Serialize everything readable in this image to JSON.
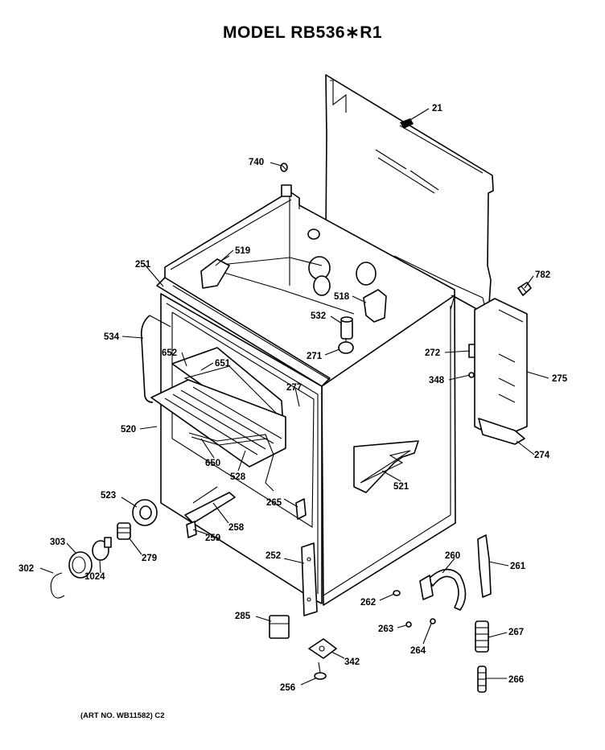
{
  "title": "MODEL RB536∗R1",
  "art_note": "(ART NO. WB11582) C2",
  "callouts": {
    "p21": "21",
    "p740": "740",
    "p782": "782",
    "p519": "519",
    "p251": "251",
    "p518": "518",
    "p532": "532",
    "p534": "534",
    "p271": "271",
    "p272": "272",
    "p652": "652",
    "p651": "651",
    "p348": "348",
    "p275": "275",
    "p277": "277",
    "p520": "520",
    "p274": "274",
    "p650": "650",
    "p528": "528",
    "p521": "521",
    "p523": "523",
    "p265": "265",
    "p258": "258",
    "p259": "259",
    "p303": "303",
    "p279": "279",
    "p302": "302",
    "p1024": "1024",
    "p252": "252",
    "p260": "260",
    "p261": "261",
    "p262": "262",
    "p285": "285",
    "p263": "263",
    "p264": "264",
    "p267": "267",
    "p342": "342",
    "p256": "256",
    "p266": "266"
  }
}
